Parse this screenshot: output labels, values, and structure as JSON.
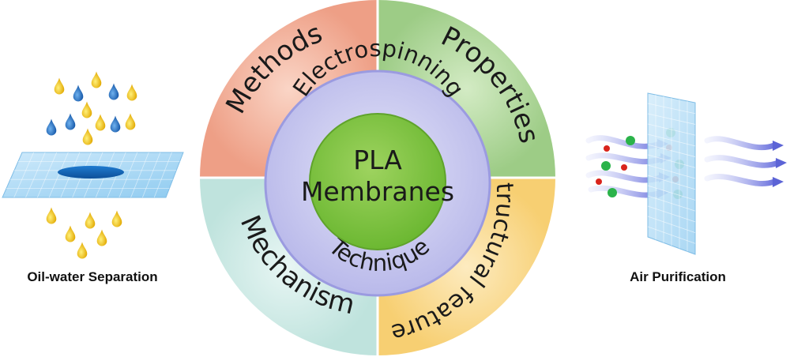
{
  "center": {
    "line1": "PLA",
    "line2": "Membranes"
  },
  "ring": {
    "top": "Electrospinning",
    "bottom": "Technique"
  },
  "segments": {
    "methods": "Methods",
    "properties": "Properties",
    "mechanism": "Mechanism",
    "structural": "Structural features"
  },
  "left_panel": {
    "caption": "Oil-water Separation"
  },
  "right_panel": {
    "caption": "Air Purification"
  },
  "colors": {
    "methods": "#ee9f86",
    "properties": "#a3cf8c",
    "mechanism": "#bfe3dd",
    "structural": "#f8d27a",
    "ring": "#c3c3ee",
    "center": "#7cc243",
    "water_drop": "#1c6ab8",
    "oil_drop": "#e8b400",
    "membrane": "#9fd3f3"
  }
}
